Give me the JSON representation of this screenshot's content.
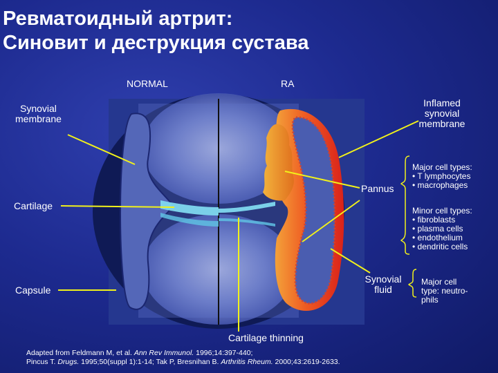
{
  "title_line1": "Ревматоидный артрит:",
  "title_line2": "Синовит и деструкция сустава",
  "labels": {
    "normal": "NORMAL",
    "ra": "RA",
    "synovial_membrane_1": "Synovial",
    "synovial_membrane_2": "membrane",
    "inflamed_1": "Inflamed",
    "inflamed_2": "synovial",
    "inflamed_3": "membrane",
    "pannus": "Pannus",
    "cartilage": "Cartilage",
    "capsule": "Capsule",
    "synovial_fluid_1": "Synovial",
    "synovial_fluid_2": "fluid",
    "cartilage_thinning": "Cartilage thinning"
  },
  "major_cell_types": {
    "heading": "Major cell types:",
    "items": [
      "• T lymphocytes",
      "• macrophages"
    ]
  },
  "minor_cell_types": {
    "heading": "Minor cell types:",
    "items": [
      "• fibroblasts",
      "• plasma cells",
      "• endothelium",
      "• dendritic cells"
    ]
  },
  "fluid_cell_type": {
    "line1": "Major cell",
    "line2": "type: neutro-",
    "line3": "phils"
  },
  "references": {
    "line1_pre": "Adapted from Feldmann M, et al. ",
    "line1_journal": "Ann Rev Immunol.",
    "line1_post": " 1996;14:397-440;",
    "line2_pre": "Pincus T. ",
    "line2_journal1": "Drugs.",
    "line2_mid": " 1995;50(suppl 1):1-14; Tak P, Bresnihan B. ",
    "line2_journal2": "Arthritis Rheum.",
    "line2_post": " 2000;43:2619-2633."
  },
  "colors": {
    "pointer": "#f2f21a",
    "joint_bg": "#283a9a",
    "membrane": "#4e63b8",
    "cartilage": "#7fd8ef",
    "inflamed": "#e8301a"
  }
}
